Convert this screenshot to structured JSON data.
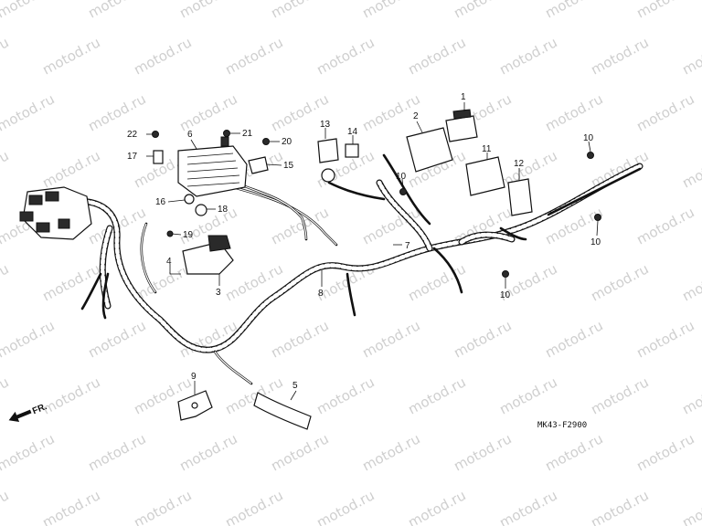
{
  "watermark": {
    "text": "motod.ru"
  },
  "diagram_code": "MK43-F2900",
  "front_marker": {
    "text": "FR.",
    "icon": "arrow-left-icon"
  },
  "parts": {
    "p1": "1",
    "p2": "2",
    "p3": "3",
    "p4": "4",
    "p5": "5",
    "p6": "6",
    "p7": "7",
    "p8": "8",
    "p9": "9",
    "p10a": "10",
    "p10b": "10",
    "p10c": "10",
    "p10d": "10",
    "p11": "11",
    "p12": "12",
    "p13": "13",
    "p14": "14",
    "p15": "15",
    "p16": "16",
    "p17": "17",
    "p18": "18",
    "p19": "19",
    "p20": "20",
    "p21": "21",
    "p22": "22"
  }
}
